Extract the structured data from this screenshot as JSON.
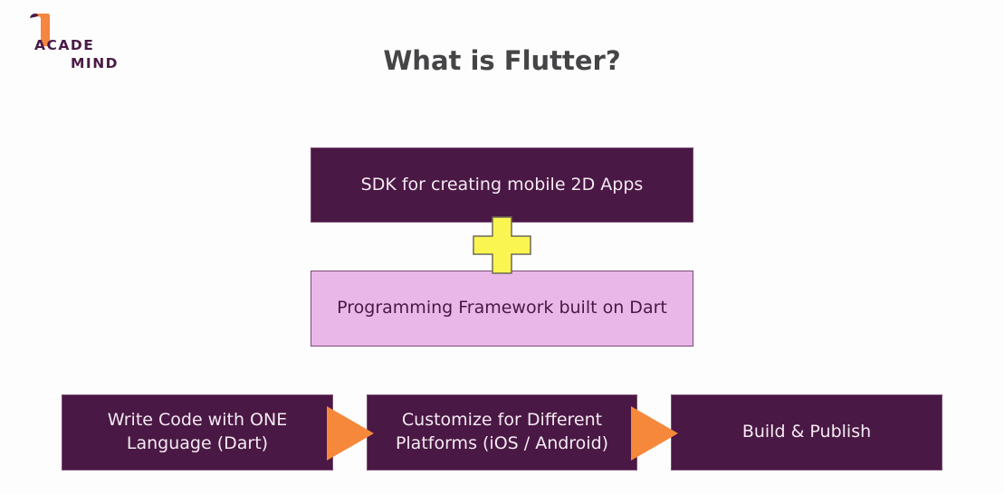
{
  "logo": {
    "line1": "ACADE",
    "line2": "MIND",
    "brand_colors": {
      "orange": "#f5853f",
      "purple": "#4a1b47"
    }
  },
  "slide": {
    "title": "What is Flutter?"
  },
  "diagram": {
    "top_boxes": [
      {
        "label": "SDK for creating mobile 2D Apps",
        "fill": "#4a1844"
      },
      {
        "label": "Programming Framework built on Dart",
        "fill": "#e9b8e8"
      }
    ],
    "connector": {
      "type": "plus-icon",
      "fill": "#fbf552"
    },
    "steps": [
      {
        "line1": "Write Code with ONE",
        "line2": "Language (Dart)"
      },
      {
        "line1": "Customize for Different",
        "line2": "Platforms (iOS / Android)"
      },
      {
        "line1": "Build & Publish",
        "line2": ""
      }
    ],
    "arrow_color": "#f5883a"
  }
}
